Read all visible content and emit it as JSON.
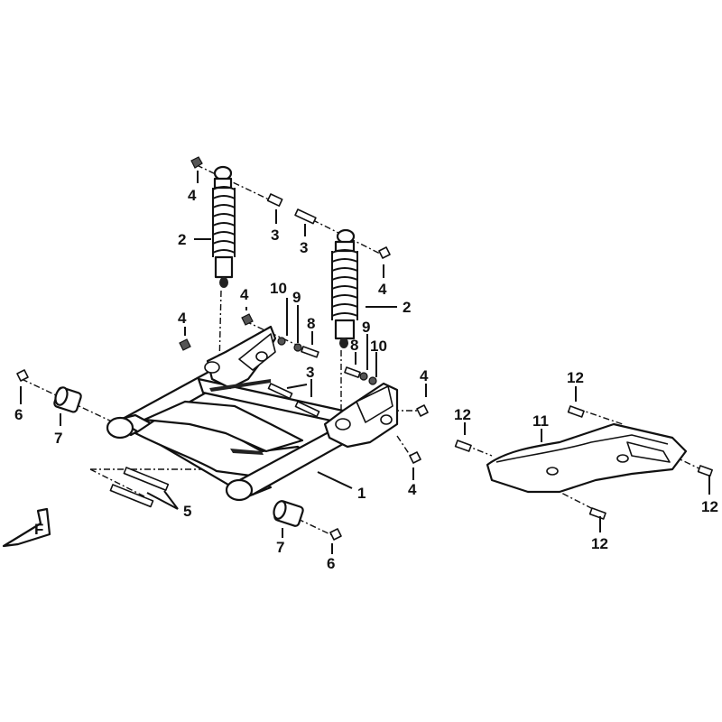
{
  "callouts": {
    "c1": "1",
    "c2a": "2",
    "c2b": "2",
    "c3a": "3",
    "c3b": "3",
    "c3c": "3",
    "c4a": "4",
    "c4b": "4",
    "c4c": "4",
    "c4d": "4",
    "c4e": "4",
    "c4f": "4",
    "c5": "5",
    "c6a": "6",
    "c6b": "6",
    "c7a": "7",
    "c7b": "7",
    "c8a": "8",
    "c8b": "8",
    "c9a": "9",
    "c9b": "9",
    "c10a": "10",
    "c10b": "10",
    "c11": "11",
    "c12a": "12",
    "c12b": "12",
    "c12c": "12",
    "c12d": "12"
  },
  "front_marker": "F"
}
